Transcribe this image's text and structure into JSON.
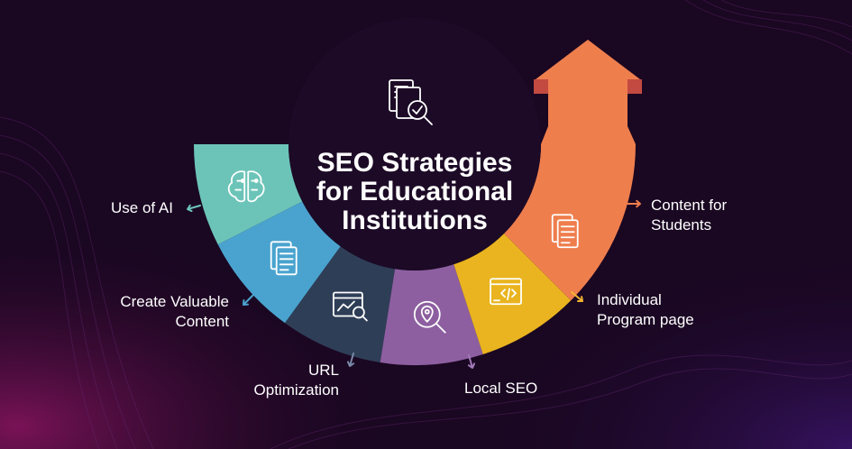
{
  "title": {
    "line1": "SEO Strategies",
    "line2": "for Educational",
    "line3": "Institutions"
  },
  "strategies": [
    {
      "label_lines": [
        "Use of AI"
      ],
      "icon": "brain-icon",
      "color": "#6cc4b8",
      "arrow_color": "#6cc4b8"
    },
    {
      "label_lines": [
        "Create Valuable",
        "Content"
      ],
      "icon": "document-icon",
      "color": "#4aa3cf",
      "arrow_color": "#4aa3cf"
    },
    {
      "label_lines": [
        "URL",
        "Optimization"
      ],
      "icon": "browser-search-icon",
      "color": "#2f3e57",
      "arrow_color": "#7a8aa6"
    },
    {
      "label_lines": [
        "Local SEO"
      ],
      "icon": "location-search-icon",
      "color": "#8d5fa0",
      "arrow_color": "#a27ab8"
    },
    {
      "label_lines": [
        "Individual",
        "Program page"
      ],
      "icon": "code-window-icon",
      "color": "#e9b41f",
      "arrow_color": "#f0b431"
    },
    {
      "label_lines": [
        "Content for",
        "Students"
      ],
      "icon": "document-icon",
      "color": "#ef7e4d",
      "arrow_color": "#ef7e4d"
    }
  ],
  "header_icon": "seo-analysis-icon",
  "colors": {
    "background": "#1a0722",
    "center_disc": "#1c0a26",
    "arrow_head_dark": "#c24a40"
  }
}
